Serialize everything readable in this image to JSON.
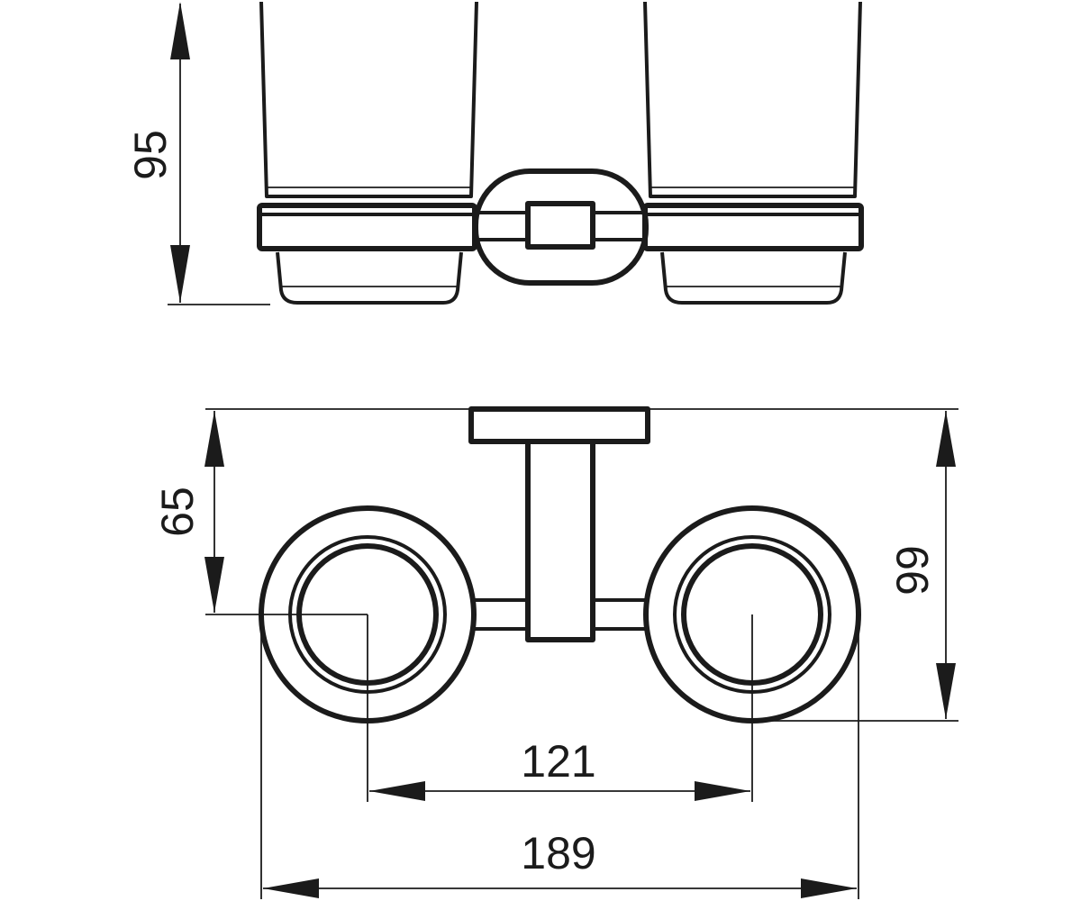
{
  "dimensions": {
    "height_top_view": "95",
    "depth_to_cup_center": "65",
    "depth_total": "99",
    "cup_center_spacing": "121",
    "overall_width": "189"
  },
  "colors": {
    "line": "#1b1b1b",
    "background": "#ffffff"
  }
}
